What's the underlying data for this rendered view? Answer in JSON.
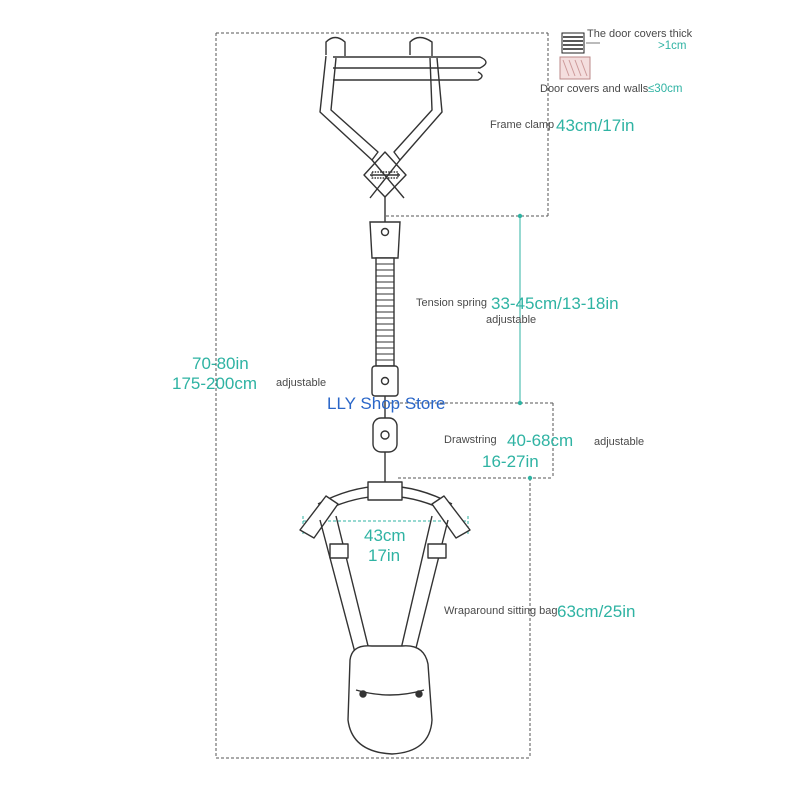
{
  "colors": {
    "accent": "#2fb3a3",
    "outline": "#333333",
    "dashed": "#555555",
    "watermark": "#2a66c8"
  },
  "door_note": {
    "thick_label": "The door covers thick",
    "thick_value": ">1cm",
    "walls_label": "Door covers and walls",
    "walls_value": "≤30cm"
  },
  "frame_clamp": {
    "label": "Frame clamp",
    "value": "43cm/17in"
  },
  "tension_spring": {
    "label": "Tension spring",
    "value": "33-45cm/13-18in",
    "note": "adjustable"
  },
  "overall": {
    "line1": "70-80in",
    "line2": "175-200cm",
    "note": "adjustable"
  },
  "watermark": "LLY Shop Store",
  "drawstring": {
    "label": "Drawstring",
    "line1": "40-68cm",
    "line2": "16-27in",
    "note": "adjustable"
  },
  "seat_width": {
    "line1": "43cm",
    "line2": "17in"
  },
  "sitting_bag": {
    "label": "Wraparound sitting bag",
    "value": "63cm/25in"
  }
}
